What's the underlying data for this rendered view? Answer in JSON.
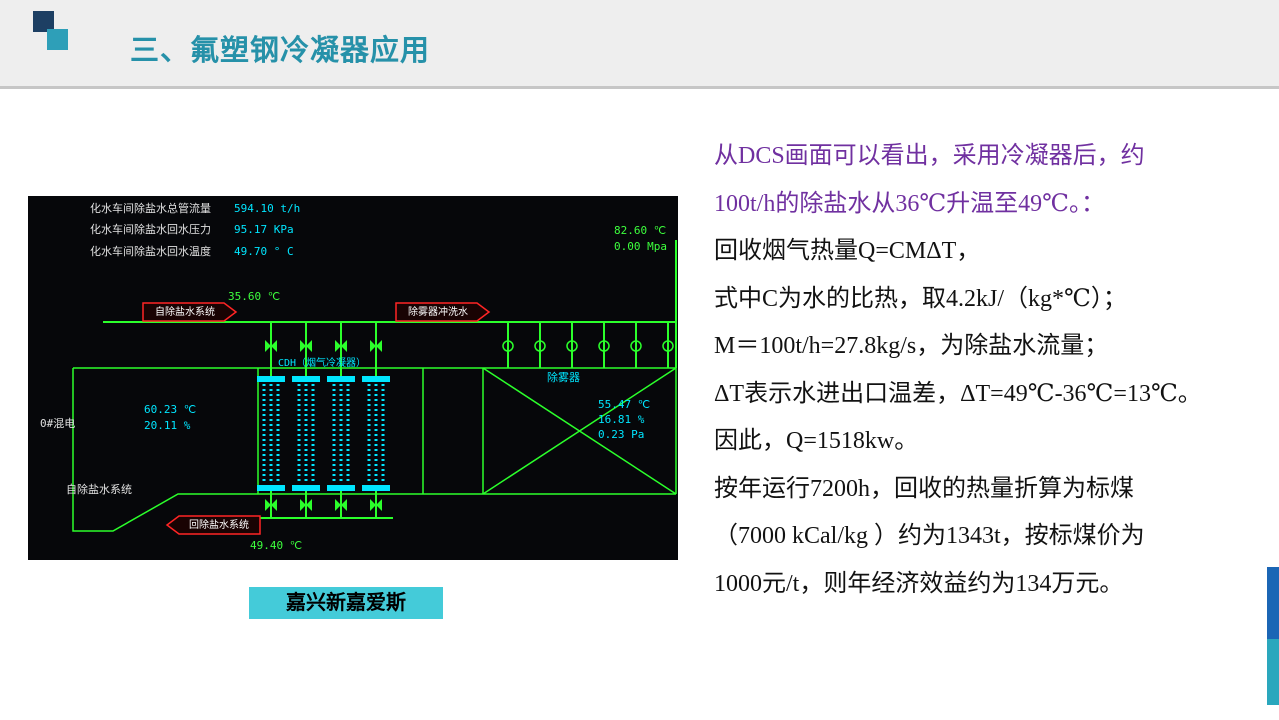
{
  "header": {
    "title": "三、氟塑钢冷凝器应用"
  },
  "dcs": {
    "rows": [
      {
        "label": "化水车间除盐水总管流量",
        "value": "594.10 t/h"
      },
      {
        "label": "化水车间除盐水回水压力",
        "value": "95.17 KPa"
      },
      {
        "label": "化水车间除盐水回水温度",
        "value": "49.70 ° C"
      }
    ],
    "top_right": {
      "temp": "82.60 ℃",
      "pressure": "0.00 Mpa"
    },
    "supply_temp": "35.60 ℃",
    "supply_arrow": "自除盐水系统",
    "flush_arrow": "除雾器冲洗水",
    "condenser": "CDH（烟气冷凝器）",
    "demister": "除雾器",
    "boiler": "0#混电",
    "mid": {
      "temp": "60.23 ℃",
      "humidity": "20.11 %"
    },
    "outlet": {
      "temp": "55.47 ℃",
      "humidity": "16.81 %",
      "pressure": "0.23 Pa"
    },
    "left_system": "自除盐水系统",
    "return_arrow": "回除盐水系统",
    "return_temp": "49.40 ℃"
  },
  "caption": "嘉兴新嘉爱斯",
  "body": {
    "lines": [
      "从DCS画面可以看出，采用冷凝器后，约",
      "100t/h的除盐水从36℃升温至49℃。：",
      "回收烟气热量Q=CMΔT，",
      "式中C为水的比热，取4.2kJ/（kg*℃）；",
      "M＝100t/h=27.8kg/s，为除盐水流量；",
      "ΔT表示水进出口温差，ΔT=49℃-36℃=13℃。",
      "因此，Q=1518kw。",
      "按年运行7200h，回收的热量折算为标煤",
      "（7000 kCal/kg ）约为1343t，按标煤价为",
      "1000元/t，则年经济效益约为134万元。"
    ]
  },
  "colors": {
    "title": "#2691a9",
    "highlight": "#7030a0",
    "dcs_green": "#2bff2b",
    "dcs_cyan": "#00e6ff",
    "caption_bg": "#44cbd9",
    "accent_navy": "#1d3f63",
    "accent_teal": "#2e9fb8",
    "bar_blue": "#1b66b5",
    "bar_teal": "#2aa7bd"
  }
}
